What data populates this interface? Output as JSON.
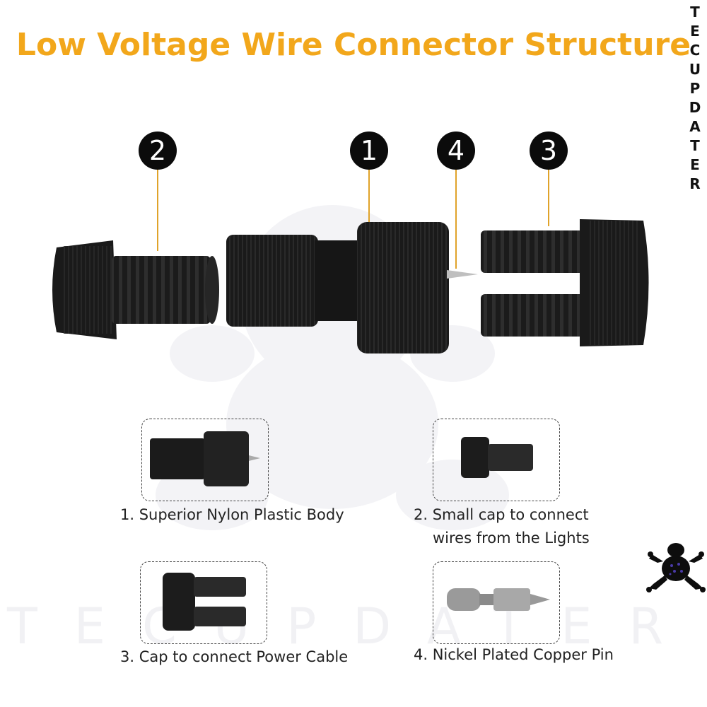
{
  "title": "Low Voltage Wire Connector Structure",
  "brand": {
    "vertical_letters": [
      "T",
      "E",
      "C",
      "U",
      "P",
      "D",
      "A",
      "T",
      "E",
      "R"
    ],
    "watermark": "TECUPDATER",
    "logo_icon": "frog-logo-icon"
  },
  "callouts": [
    {
      "number": "2"
    },
    {
      "number": "1"
    },
    {
      "number": "4"
    },
    {
      "number": "3"
    }
  ],
  "parts": [
    {
      "caption": "1. Superior Nylon Plastic Body"
    },
    {
      "caption_line1": "2. Small cap to connect",
      "caption_line2": "wires from the Lights"
    },
    {
      "caption": "3. Cap to connect Power Cable"
    },
    {
      "caption": "4. Nickel Plated Copper Pin"
    }
  ],
  "colors": {
    "title": "#f2a71b",
    "leader": "#e0a32a",
    "badge": "#0b0b0b",
    "part": "#1c1c1c"
  }
}
